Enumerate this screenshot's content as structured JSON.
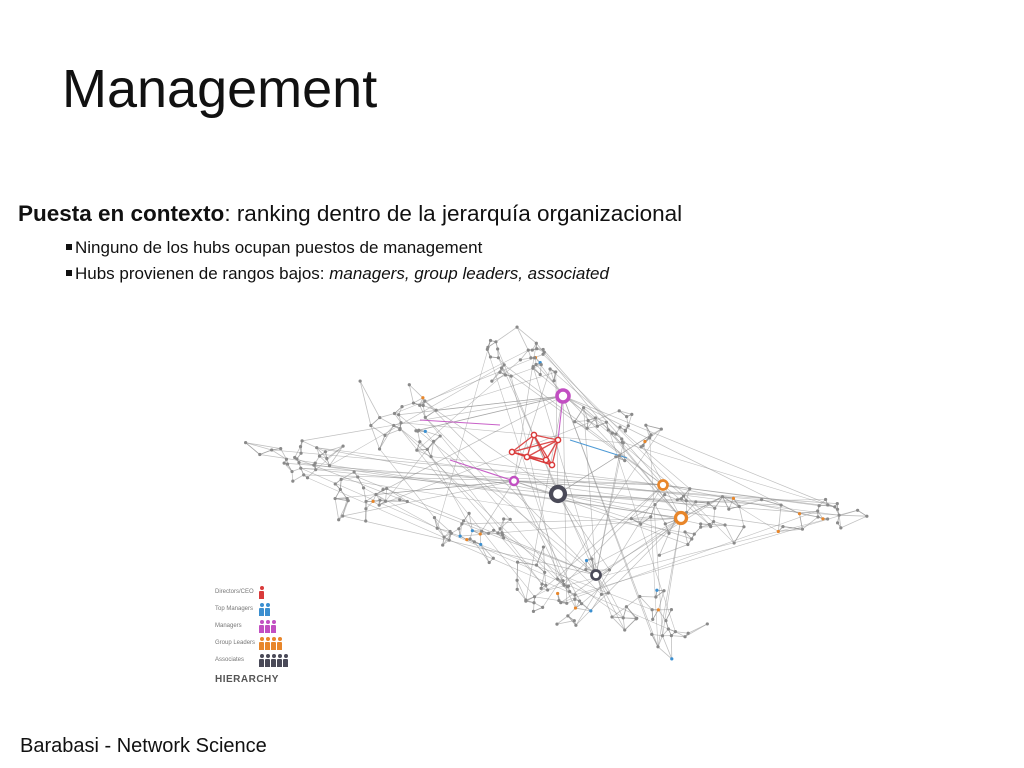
{
  "slide": {
    "title": "Management",
    "heading_bold": "Puesta en contexto",
    "heading_rest": ": ranking dentro de la jerarquía organizacional",
    "bullets": [
      {
        "text": "Ninguno de los hubs ocupan puestos de management",
        "italic": ""
      },
      {
        "text": "Hubs provienen de rangos bajos: ",
        "italic": "managers, group leaders, associated"
      }
    ],
    "footer": "Barabasi - Network Science"
  },
  "legend": {
    "rows": [
      {
        "label": "Directors/CEO",
        "color": "#d93a3a",
        "count": 1
      },
      {
        "label": "Top Managers",
        "color": "#3b8fd0",
        "count": 2
      },
      {
        "label": "Managers",
        "color": "#c24fc2",
        "count": 3
      },
      {
        "label": "Group Leaders",
        "color": "#e8862a",
        "count": 4
      },
      {
        "label": "Associates",
        "color": "#4a4a58",
        "count": 5
      }
    ],
    "title": "HIERARCHY"
  },
  "colors": {
    "edge": "#8c8c8c",
    "node": "#8a8a8a",
    "directors": "#d93a3a",
    "top_managers": "#3b8fd0",
    "managers": "#c24fc2",
    "group_leaders": "#e8862a",
    "associates": "#4a4a58"
  }
}
